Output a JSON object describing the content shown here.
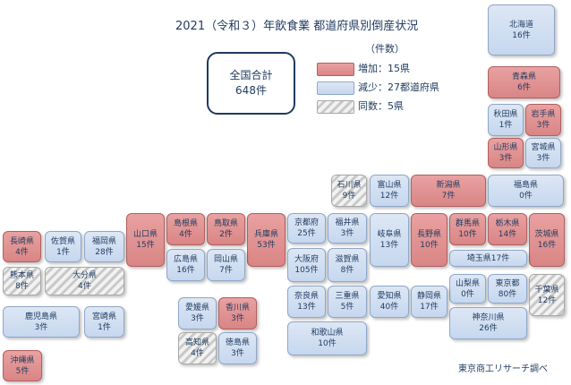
{
  "chart_data": {
    "type": "table",
    "title": "2021（令和３）年飲食業 都道府県別倒産状況",
    "total_label": "全国合計",
    "total_value": "648件",
    "legend_title": "（件数）",
    "legend": [
      {
        "status": "up",
        "label": "増加：15県"
      },
      {
        "status": "down",
        "label": "減少：27都道府県"
      },
      {
        "status": "same",
        "label": "同数：5県"
      }
    ],
    "source": "東京商工リサーチ調べ",
    "prefectures": [
      {
        "name": "北海道",
        "count": "16件",
        "status": "down"
      },
      {
        "name": "青森県",
        "count": "6件",
        "status": "up"
      },
      {
        "name": "秋田県",
        "count": "1件",
        "status": "down"
      },
      {
        "name": "岩手県",
        "count": "3件",
        "status": "up"
      },
      {
        "name": "山形県",
        "count": "3件",
        "status": "up"
      },
      {
        "name": "宮城県",
        "count": "3件",
        "status": "down"
      },
      {
        "name": "石川県",
        "count": "9件",
        "status": "same"
      },
      {
        "name": "富山県",
        "count": "12件",
        "status": "down"
      },
      {
        "name": "新潟県",
        "count": "7件",
        "status": "up"
      },
      {
        "name": "福島県",
        "count": "0件",
        "status": "down"
      },
      {
        "name": "長崎県",
        "count": "4件",
        "status": "up"
      },
      {
        "name": "佐賀県",
        "count": "1件",
        "status": "down"
      },
      {
        "name": "福岡県",
        "count": "28件",
        "status": "down"
      },
      {
        "name": "山口県",
        "count": "15件",
        "status": "up"
      },
      {
        "name": "島根県",
        "count": "4件",
        "status": "up"
      },
      {
        "name": "鳥取県",
        "count": "2件",
        "status": "up"
      },
      {
        "name": "兵庫県",
        "count": "53件",
        "status": "up"
      },
      {
        "name": "京都府",
        "count": "25件",
        "status": "down"
      },
      {
        "name": "福井県",
        "count": "3件",
        "status": "down"
      },
      {
        "name": "岐阜県",
        "count": "13件",
        "status": "down"
      },
      {
        "name": "長野県",
        "count": "10件",
        "status": "up"
      },
      {
        "name": "群馬県",
        "count": "10件",
        "status": "up"
      },
      {
        "name": "栃木県",
        "count": "14件",
        "status": "up"
      },
      {
        "name": "茨城県",
        "count": "16件",
        "status": "up"
      },
      {
        "name": "熊本県",
        "count": "8件",
        "status": "same"
      },
      {
        "name": "大分県",
        "count": "4件",
        "status": "same"
      },
      {
        "name": "広島県",
        "count": "16件",
        "status": "down"
      },
      {
        "name": "岡山県",
        "count": "7件",
        "status": "down"
      },
      {
        "name": "大阪府",
        "count": "105件",
        "status": "down"
      },
      {
        "name": "滋賀県",
        "count": "8件",
        "status": "down"
      },
      {
        "name": "埼玉県",
        "count": "17件",
        "status": "down"
      },
      {
        "name": "山梨県",
        "count": "0件",
        "status": "down"
      },
      {
        "name": "東京都",
        "count": "80件",
        "status": "down"
      },
      {
        "name": "千葉県",
        "count": "12件",
        "status": "same"
      },
      {
        "name": "鹿児島県",
        "count": "3件",
        "status": "down"
      },
      {
        "name": "宮崎県",
        "count": "1件",
        "status": "down"
      },
      {
        "name": "愛媛県",
        "count": "3件",
        "status": "down"
      },
      {
        "name": "香川県",
        "count": "3件",
        "status": "up"
      },
      {
        "name": "奈良県",
        "count": "13件",
        "status": "down"
      },
      {
        "name": "三重県",
        "count": "5件",
        "status": "down"
      },
      {
        "name": "愛知県",
        "count": "40件",
        "status": "down"
      },
      {
        "name": "静岡県",
        "count": "17件",
        "status": "down"
      },
      {
        "name": "神奈川県",
        "count": "26件",
        "status": "down"
      },
      {
        "name": "高知県",
        "count": "4件",
        "status": "same"
      },
      {
        "name": "徳島県",
        "count": "3件",
        "status": "down"
      },
      {
        "name": "和歌山県",
        "count": "10件",
        "status": "down"
      },
      {
        "name": "沖縄県",
        "count": "5件",
        "status": "up"
      }
    ]
  }
}
